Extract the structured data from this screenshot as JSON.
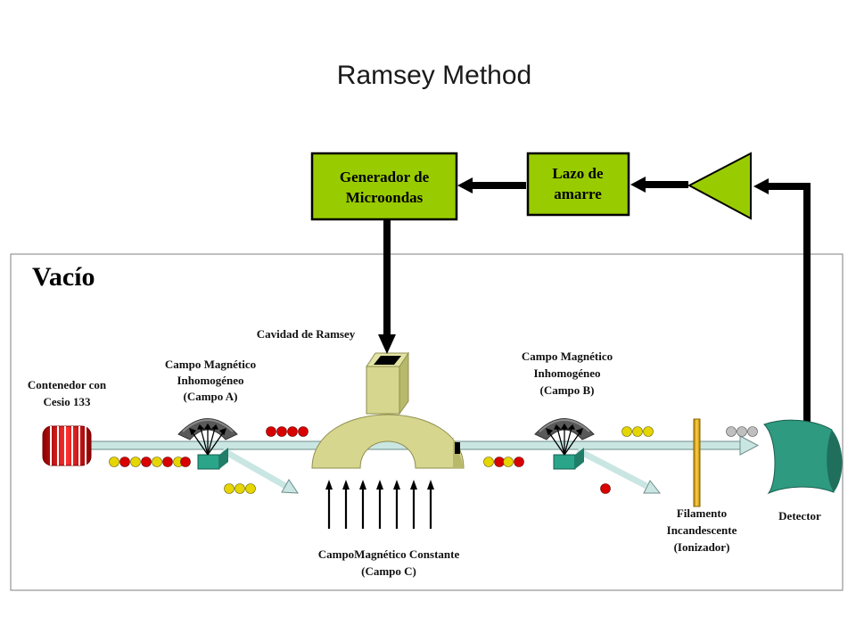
{
  "title": "Ramsey Method",
  "vacuum_label": "Vacío",
  "boxes": {
    "generator": [
      "Generador de",
      "Microondas"
    ],
    "lock_loop": [
      "Lazo de",
      "amarre"
    ]
  },
  "labels": {
    "ramsey_cavity": "Cavidad de Ramsey",
    "field_a": [
      "Campo Magnético",
      "Inhomogéneo",
      "(Campo A)"
    ],
    "field_b": [
      "Campo Magnético",
      "Inhomogéneo",
      "(Campo B)"
    ],
    "container": [
      "Contenedor con",
      "Cesio 133"
    ],
    "field_c": [
      "CampoMagnético Constante",
      "(Campo C)"
    ],
    "filament": [
      "Filamento",
      "Incandescente",
      "(Ionizador)"
    ],
    "detector": "Detector"
  },
  "colors": {
    "box_fill": "#99cc00",
    "beam": "#c9e6e3",
    "magnet_base": "#2aa58a",
    "magnet_pole": "#595959",
    "cavity": "#d6d68e",
    "detector": "#2e9a80",
    "atom_red": "#d90000",
    "atom_yellow": "#e6d600",
    "atom_gray": "#bfbfbf",
    "filament": "#d9a400"
  }
}
